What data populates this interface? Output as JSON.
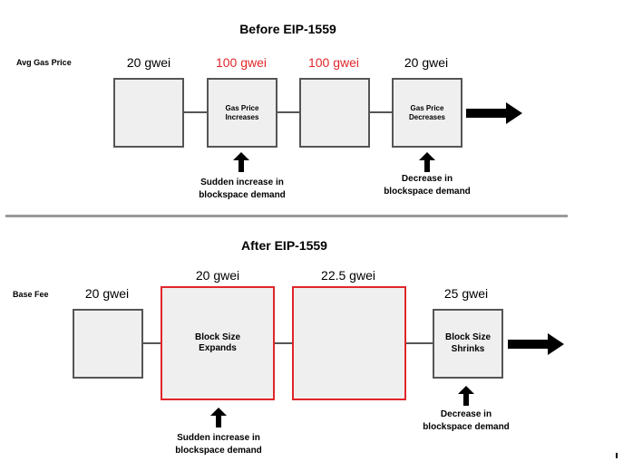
{
  "colors": {
    "highlight_red": "#e0262a",
    "block_fill": "#efefef",
    "block_border": "#555555",
    "divider": "#9a9a9a"
  },
  "before": {
    "title": "Before EIP-1559",
    "row_label": "Avg Gas Price",
    "prices": [
      "20 gwei",
      "100 gwei",
      "100 gwei",
      "20 gwei"
    ],
    "blocks": [
      {
        "text": ""
      },
      {
        "text": "Gas Price\nIncreases"
      },
      {
        "text": ""
      },
      {
        "text": "Gas Price\nDecreases"
      }
    ],
    "captions": [
      "Sudden increase in\nblockspace demand",
      "Decrease in\nblockspace demand"
    ]
  },
  "after": {
    "title": "After EIP-1559",
    "row_label": "Base Fee",
    "prices": [
      "20 gwei",
      "20 gwei",
      "22.5 gwei",
      "25 gwei"
    ],
    "blocks": [
      {
        "text": ""
      },
      {
        "text": "Block Size\nExpands"
      },
      {
        "text": ""
      },
      {
        "text": "Block Size\nShrinks"
      }
    ],
    "captions": [
      "Sudden increase in\nblockspace demand",
      "Decrease in\nblockspace demand"
    ]
  }
}
